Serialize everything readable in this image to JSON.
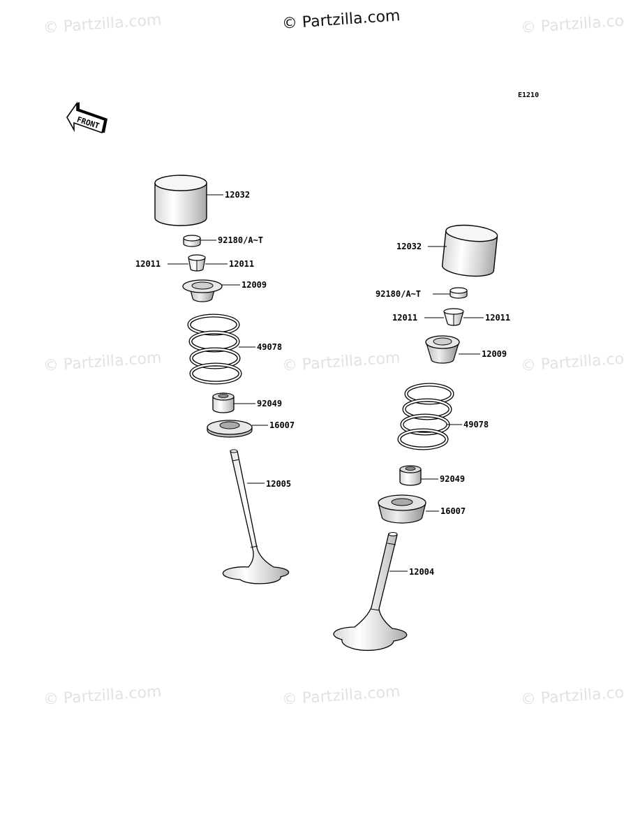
{
  "watermark_main": "© Partzilla.com",
  "watermark_faint": "© Partzilla.com",
  "diagram_code": "E1210",
  "front_label": "FRONT",
  "left_group": {
    "tappet": "12032",
    "shim": "92180/A~T",
    "keeper_left": "12011",
    "keeper_right": "12011",
    "retainer": "12009",
    "spring": "49078",
    "seal": "92049",
    "seat": "16007",
    "valve": "12005"
  },
  "right_group": {
    "tappet": "12032",
    "shim": "92180/A~T",
    "keeper_left": "12011",
    "keeper_right": "12011",
    "retainer": "12009",
    "spring": "49078",
    "seal": "92049",
    "seat": "16007",
    "valve": "12004"
  }
}
